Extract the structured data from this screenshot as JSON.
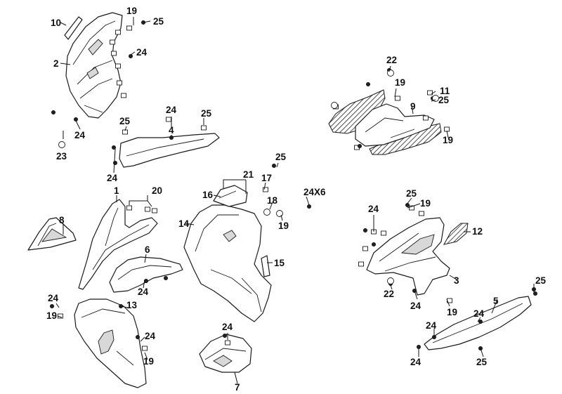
{
  "labels": [
    "1",
    "2",
    "3",
    "4",
    "5",
    "6",
    "7",
    "8",
    "9",
    "10",
    "11",
    "12",
    "13",
    "14",
    "15",
    "16",
    "17",
    "18",
    "19",
    "20",
    "21",
    "22",
    "23",
    "24",
    "25",
    "24X6"
  ]
}
